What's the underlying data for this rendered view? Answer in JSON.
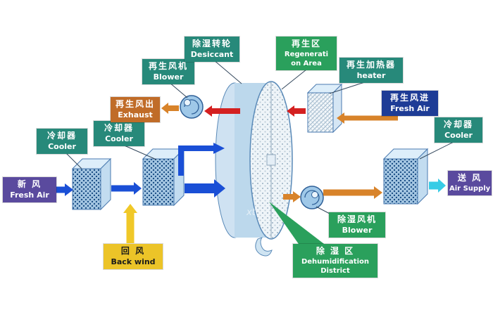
{
  "labels": {
    "fresh_air_in": {
      "zh": "新  风",
      "en": "Fresh Air"
    },
    "cooler_left_1": {
      "zh": "冷却器",
      "en": "Cooler"
    },
    "cooler_left_2": {
      "zh": "冷却器",
      "en": "Cooler"
    },
    "back_wind": {
      "zh": "回  风",
      "en": "Back wind"
    },
    "regen_blower": {
      "zh": "再生风机",
      "en": "Blower"
    },
    "exhaust": {
      "zh": "再生风出",
      "en": "Exhaust"
    },
    "desiccant_wheel": {
      "zh": "除湿转轮",
      "en": "Desiccant"
    },
    "regen_area": {
      "zh": "再生区",
      "en_line1": "Regenerati",
      "en_line2": "on Area"
    },
    "regen_heater": {
      "zh": "再生加热器",
      "en": "heater"
    },
    "regen_fresh_air": {
      "zh": "再生风进",
      "en": "Fresh Air"
    },
    "cooler_right": {
      "zh": "冷却器",
      "en": "Cooler"
    },
    "air_supply": {
      "zh": "送  风",
      "en": "Air Supply"
    },
    "dehum_blower": {
      "zh": "除湿风机",
      "en": "Blower"
    },
    "dehum_district": {
      "zh": "除 湿 区",
      "en_line1": "Dehumidification",
      "en_line2": "District"
    }
  },
  "watermark": "xt",
  "colors": {
    "label_teal": "#27897a",
    "label_green": "#2aa05c",
    "label_purple": "#5a4a9e",
    "label_dark_blue": "#1e3c96",
    "label_orange": "#c06c28",
    "label_yellow": "#ecc428",
    "arrow_blue": "#1a4fd6",
    "arrow_red": "#d42020",
    "arrow_orange": "#d8832a",
    "arrow_yellow": "#f0c828",
    "arrow_cyan": "#38cce6",
    "wedge_green": "#2aa05c"
  }
}
